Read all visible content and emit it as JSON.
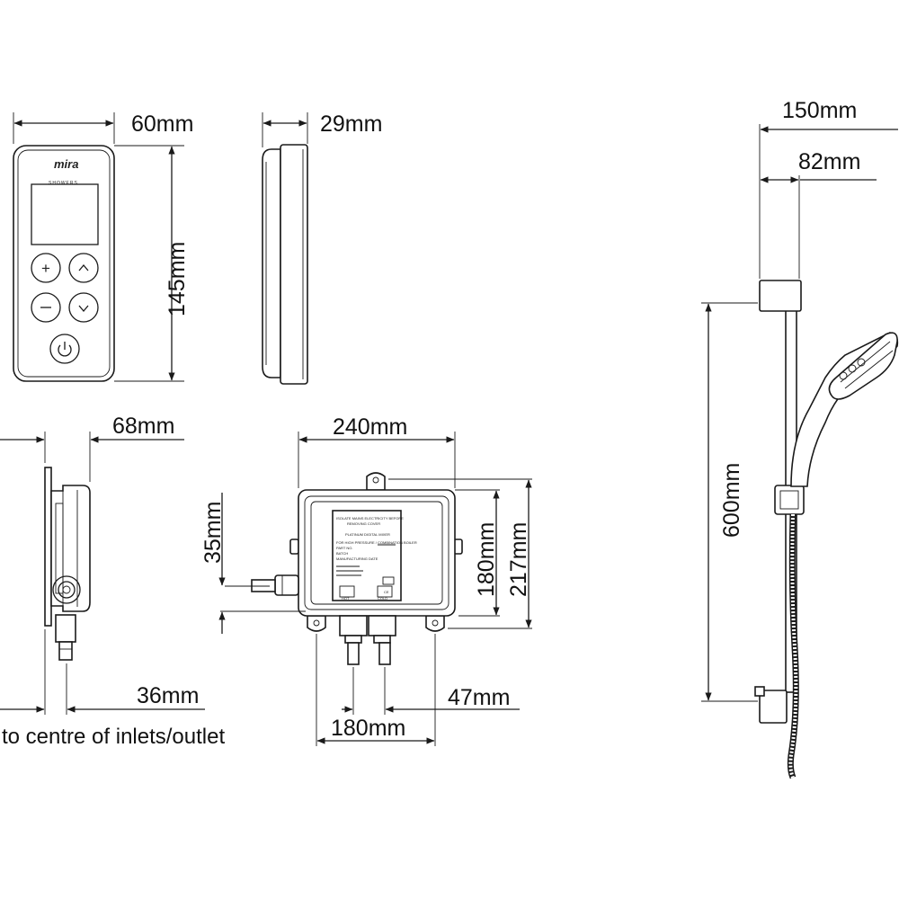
{
  "dimensions": {
    "controller_width": "60mm",
    "controller_depth": "29mm",
    "controller_height": "145mm",
    "mixer_side_depth": "68mm",
    "inlet_offset_side": "36mm",
    "mixer_width": "240mm",
    "cable_height": "35mm",
    "mixer_body_height": "180mm",
    "mixer_total_height": "217mm",
    "inlet_spacing": "180mm",
    "inlet_offset_front": "47mm",
    "rail_width_overall": "150mm",
    "rail_width_bracket": "82mm",
    "rail_height": "600mm"
  },
  "notes": {
    "inlets_caption": "to centre of inlets/outlet"
  },
  "controller": {
    "brand": "mira",
    "brand_sub": "SHOWERS",
    "buttons": {
      "plus": "+",
      "up": "^",
      "minus": "−",
      "down": "v",
      "power": "⏻"
    }
  },
  "mixer_label": {
    "line1": "ISOLATE MAINS ELECTRICITY BEFORE",
    "line2": "REMOVING COVER",
    "line3": "PLATINUM DIGITAL MIXER",
    "line4": "FOR HIGH PRESSURE / COMBINATION BOILER",
    "line5": "PART NO.",
    "line6": "BATCH",
    "line7": "MANUFACTURING DATE",
    "hot": "HOT",
    "cold": "COLD",
    "ce": "CE"
  },
  "colors": {
    "line": "#1a1a1a",
    "background": "#ffffff"
  }
}
